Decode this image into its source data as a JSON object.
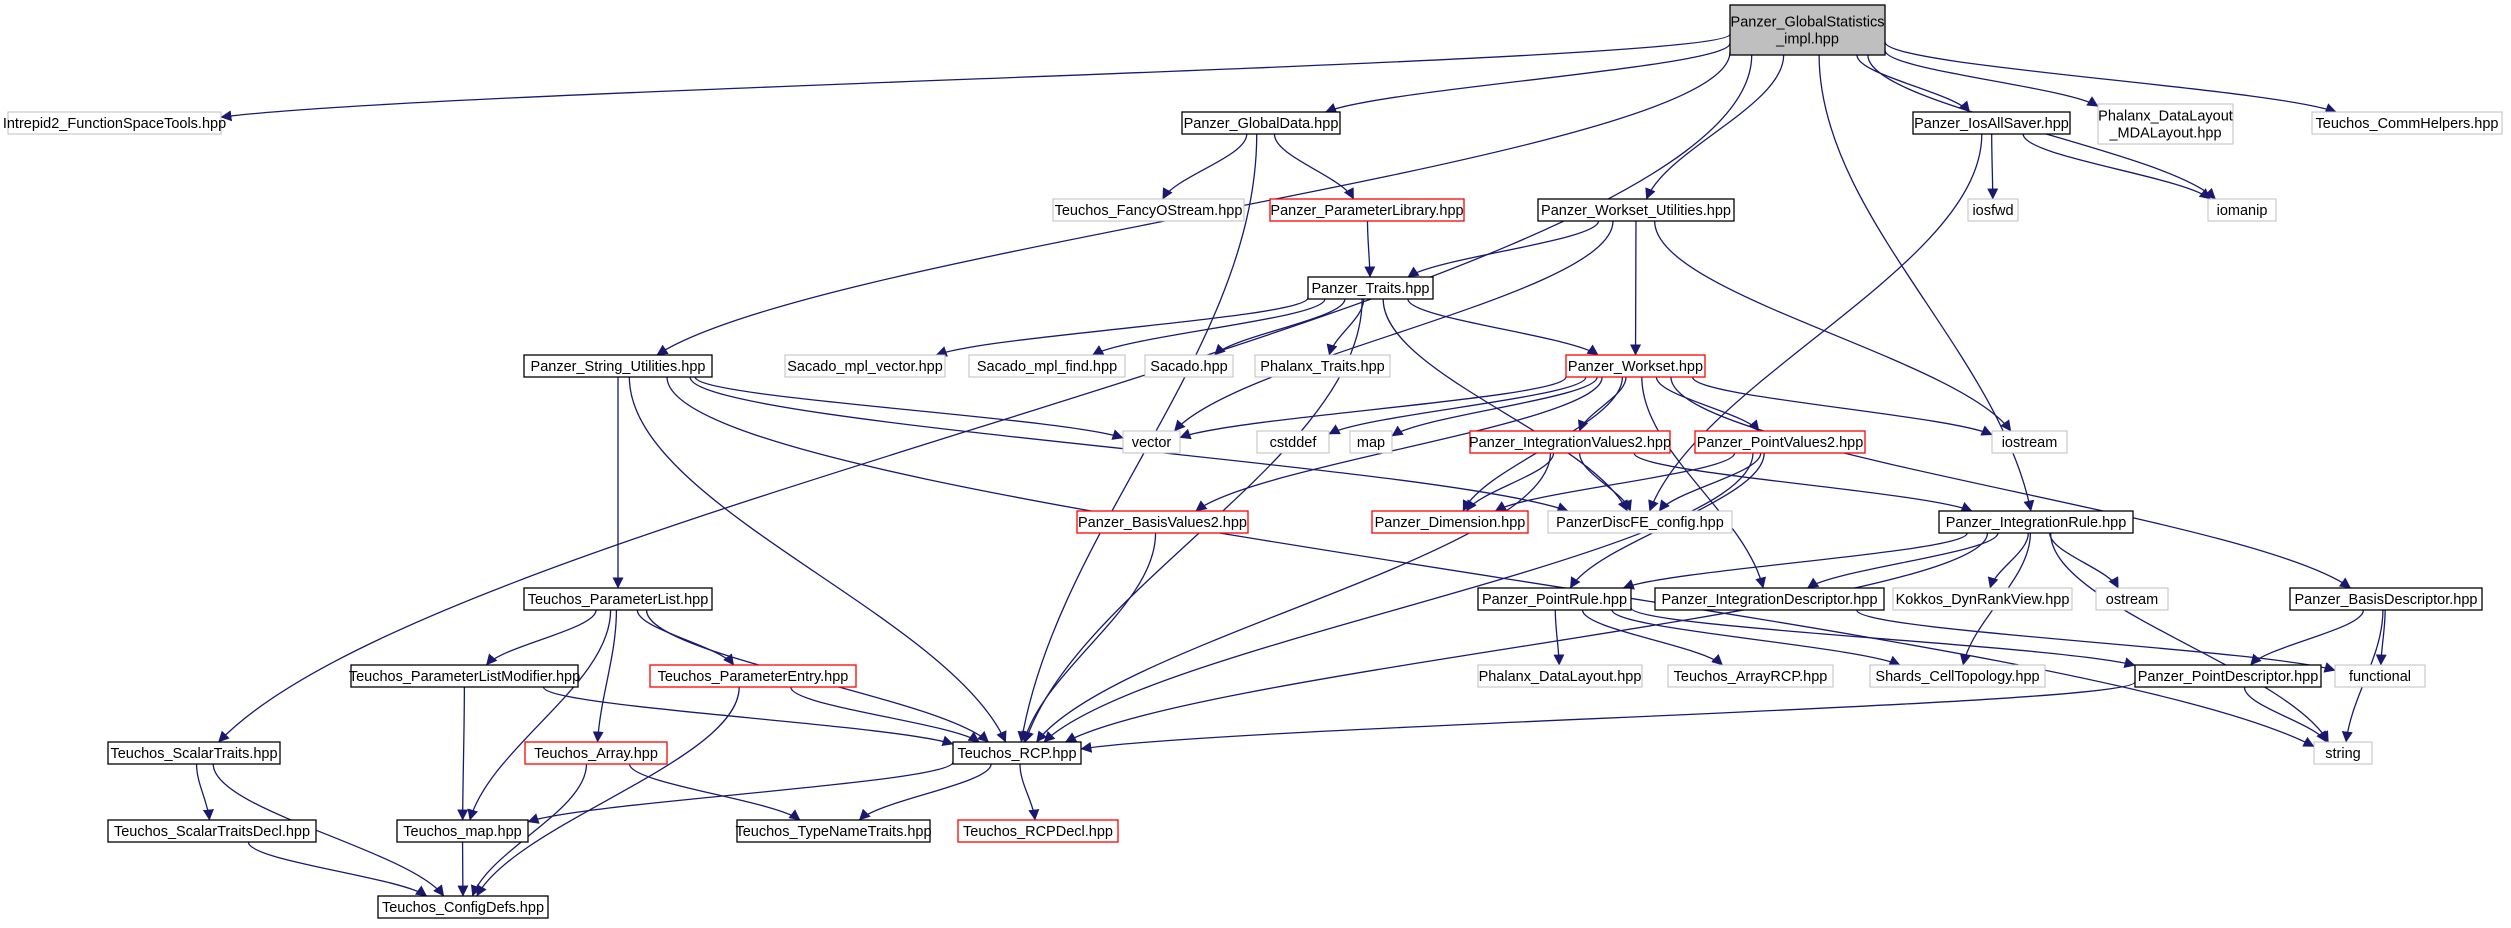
{
  "colors": {
    "edge": "#191970",
    "border_normal": "#000000",
    "border_red": "#ff0000",
    "border_gray": "#bfbfbf",
    "fill_root": "#bfbfbf",
    "fill_default": "#ffffff"
  },
  "nodes": [
    {
      "id": "root",
      "style": "root",
      "lines": [
        "Panzer_GlobalStatistics",
        "_impl.hpp"
      ]
    },
    {
      "id": "intrepid2",
      "style": "gray",
      "lines": [
        "Intrepid2_FunctionSpaceTools.hpp"
      ]
    },
    {
      "id": "globaldata",
      "style": "normal",
      "lines": [
        "Panzer_GlobalData.hpp"
      ]
    },
    {
      "id": "iosallsaver",
      "style": "normal",
      "lines": [
        "Panzer_IosAllSaver.hpp"
      ]
    },
    {
      "id": "phalanx_mda",
      "style": "gray",
      "lines": [
        "Phalanx_DataLayout",
        "_MDALayout.hpp"
      ]
    },
    {
      "id": "commhelpers",
      "style": "gray",
      "lines": [
        "Teuchos_CommHelpers.hpp"
      ]
    },
    {
      "id": "fancyostream",
      "style": "gray",
      "lines": [
        "Teuchos_FancyOStream.hpp"
      ]
    },
    {
      "id": "paramlibrary",
      "style": "red",
      "lines": [
        "Panzer_ParameterLibrary.hpp"
      ]
    },
    {
      "id": "workset_util",
      "style": "normal",
      "lines": [
        "Panzer_Workset_Utilities.hpp"
      ]
    },
    {
      "id": "iosfwd",
      "style": "gray",
      "lines": [
        "iosfwd"
      ]
    },
    {
      "id": "iomanip",
      "style": "gray",
      "lines": [
        "iomanip"
      ]
    },
    {
      "id": "traits",
      "style": "normal",
      "lines": [
        "Panzer_Traits.hpp"
      ]
    },
    {
      "id": "string_util",
      "style": "normal",
      "lines": [
        "Panzer_String_Utilities.hpp"
      ]
    },
    {
      "id": "sacado_vec",
      "style": "gray",
      "lines": [
        "Sacado_mpl_vector.hpp"
      ]
    },
    {
      "id": "sacado_find",
      "style": "gray",
      "lines": [
        "Sacado_mpl_find.hpp"
      ]
    },
    {
      "id": "sacado",
      "style": "gray",
      "lines": [
        "Sacado.hpp"
      ]
    },
    {
      "id": "phalanx_traits",
      "style": "gray",
      "lines": [
        "Phalanx_Traits.hpp"
      ]
    },
    {
      "id": "workset",
      "style": "red",
      "lines": [
        "Panzer_Workset.hpp"
      ]
    },
    {
      "id": "vector",
      "style": "gray",
      "lines": [
        "vector"
      ]
    },
    {
      "id": "cstddef",
      "style": "gray",
      "lines": [
        "cstddef"
      ]
    },
    {
      "id": "map",
      "style": "gray",
      "lines": [
        "map"
      ]
    },
    {
      "id": "intvalues2",
      "style": "red",
      "lines": [
        "Panzer_IntegrationValues2.hpp"
      ]
    },
    {
      "id": "pointvalues2",
      "style": "red",
      "lines": [
        "Panzer_PointValues2.hpp"
      ]
    },
    {
      "id": "iostream",
      "style": "gray",
      "lines": [
        "iostream"
      ]
    },
    {
      "id": "basisvalues2",
      "style": "red",
      "lines": [
        "Panzer_BasisValues2.hpp"
      ]
    },
    {
      "id": "dimension",
      "style": "red",
      "lines": [
        "Panzer_Dimension.hpp"
      ]
    },
    {
      "id": "discfe_config",
      "style": "gray",
      "lines": [
        "PanzerDiscFE_config.hpp"
      ]
    },
    {
      "id": "intrule",
      "style": "normal",
      "lines": [
        "Panzer_IntegrationRule.hpp"
      ]
    },
    {
      "id": "paramlist",
      "style": "normal",
      "lines": [
        "Teuchos_ParameterList.hpp"
      ]
    },
    {
      "id": "pointrule",
      "style": "normal",
      "lines": [
        "Panzer_PointRule.hpp"
      ]
    },
    {
      "id": "intdescriptor",
      "style": "normal",
      "lines": [
        "Panzer_IntegrationDescriptor.hpp"
      ]
    },
    {
      "id": "kokkos",
      "style": "gray",
      "lines": [
        "Kokkos_DynRankView.hpp"
      ]
    },
    {
      "id": "ostream",
      "style": "gray",
      "lines": [
        "ostream"
      ]
    },
    {
      "id": "basisdescriptor",
      "style": "normal",
      "lines": [
        "Panzer_BasisDescriptor.hpp"
      ]
    },
    {
      "id": "paramlistmod",
      "style": "normal",
      "lines": [
        "Teuchos_ParameterListModifier.hpp"
      ]
    },
    {
      "id": "paramentry",
      "style": "red",
      "lines": [
        "Teuchos_ParameterEntry.hpp"
      ]
    },
    {
      "id": "phalanx_dl",
      "style": "gray",
      "lines": [
        "Phalanx_DataLayout.hpp"
      ]
    },
    {
      "id": "arrayrcp",
      "style": "gray",
      "lines": [
        "Teuchos_ArrayRCP.hpp"
      ]
    },
    {
      "id": "shards",
      "style": "gray",
      "lines": [
        "Shards_CellTopology.hpp"
      ]
    },
    {
      "id": "pointdescriptor",
      "style": "normal",
      "lines": [
        "Panzer_PointDescriptor.hpp"
      ]
    },
    {
      "id": "functional",
      "style": "gray",
      "lines": [
        "functional"
      ]
    },
    {
      "id": "scalartraits",
      "style": "normal",
      "lines": [
        "Teuchos_ScalarTraits.hpp"
      ]
    },
    {
      "id": "array",
      "style": "red",
      "lines": [
        "Teuchos_Array.hpp"
      ]
    },
    {
      "id": "rcp",
      "style": "normal",
      "lines": [
        "Teuchos_RCP.hpp"
      ]
    },
    {
      "id": "string",
      "style": "gray",
      "lines": [
        "string"
      ]
    },
    {
      "id": "scalartraitsdecl",
      "style": "normal",
      "lines": [
        "Teuchos_ScalarTraitsDecl.hpp"
      ]
    },
    {
      "id": "teuchos_map",
      "style": "normal",
      "lines": [
        "Teuchos_map.hpp"
      ]
    },
    {
      "id": "typenametraits",
      "style": "normal",
      "lines": [
        "Teuchos_TypeNameTraits.hpp"
      ]
    },
    {
      "id": "rcpdecl",
      "style": "red",
      "lines": [
        "Teuchos_RCPDecl.hpp"
      ]
    },
    {
      "id": "configdefs",
      "style": "normal",
      "lines": [
        "Teuchos_ConfigDefs.hpp"
      ]
    }
  ],
  "edges": [
    [
      "root",
      "intrepid2"
    ],
    [
      "root",
      "globaldata"
    ],
    [
      "root",
      "iosallsaver"
    ],
    [
      "root",
      "phalanx_mda"
    ],
    [
      "root",
      "commhelpers"
    ],
    [
      "root",
      "workset_util"
    ],
    [
      "root",
      "iomanip"
    ],
    [
      "root",
      "string_util"
    ],
    [
      "root",
      "scalartraits"
    ],
    [
      "root",
      "intrule"
    ],
    [
      "globaldata",
      "fancyostream"
    ],
    [
      "globaldata",
      "paramlibrary"
    ],
    [
      "globaldata",
      "rcp"
    ],
    [
      "paramlibrary",
      "traits"
    ],
    [
      "iosallsaver",
      "iosfwd"
    ],
    [
      "iosallsaver",
      "iomanip"
    ],
    [
      "iosallsaver",
      "discfe_config"
    ],
    [
      "workset_util",
      "traits"
    ],
    [
      "workset_util",
      "workset"
    ],
    [
      "workset_util",
      "vector"
    ],
    [
      "workset_util",
      "iostream"
    ],
    [
      "traits",
      "sacado_vec"
    ],
    [
      "traits",
      "sacado_find"
    ],
    [
      "traits",
      "sacado"
    ],
    [
      "traits",
      "phalanx_traits"
    ],
    [
      "traits",
      "workset"
    ],
    [
      "traits",
      "rcp"
    ],
    [
      "traits",
      "discfe_config"
    ],
    [
      "string_util",
      "paramlist"
    ],
    [
      "string_util",
      "rcp"
    ],
    [
      "string_util",
      "vector"
    ],
    [
      "string_util",
      "string"
    ],
    [
      "string_util",
      "discfe_config"
    ],
    [
      "workset",
      "vector"
    ],
    [
      "workset",
      "cstddef"
    ],
    [
      "workset",
      "map"
    ],
    [
      "workset",
      "intvalues2"
    ],
    [
      "workset",
      "pointvalues2"
    ],
    [
      "workset",
      "iostream"
    ],
    [
      "workset",
      "basisvalues2"
    ],
    [
      "workset",
      "dimension"
    ],
    [
      "workset",
      "intdescriptor"
    ],
    [
      "workset",
      "basisdescriptor"
    ],
    [
      "intvalues2",
      "dimension"
    ],
    [
      "intvalues2",
      "discfe_config"
    ],
    [
      "intvalues2",
      "intrule"
    ],
    [
      "intvalues2",
      "rcp"
    ],
    [
      "pointvalues2",
      "dimension"
    ],
    [
      "pointvalues2",
      "discfe_config"
    ],
    [
      "pointvalues2",
      "pointrule"
    ],
    [
      "pointvalues2",
      "rcp"
    ],
    [
      "basisvalues2",
      "rcp"
    ],
    [
      "intrule",
      "pointrule"
    ],
    [
      "intrule",
      "intdescriptor"
    ],
    [
      "intrule",
      "kokkos"
    ],
    [
      "intrule",
      "ostream"
    ],
    [
      "intrule",
      "shards"
    ],
    [
      "intrule",
      "rcp"
    ],
    [
      "intrule",
      "string"
    ],
    [
      "pointrule",
      "phalanx_dl"
    ],
    [
      "pointrule",
      "arrayrcp"
    ],
    [
      "pointrule",
      "shards"
    ],
    [
      "pointrule",
      "pointdescriptor"
    ],
    [
      "intdescriptor",
      "functional"
    ],
    [
      "basisdescriptor",
      "pointdescriptor"
    ],
    [
      "basisdescriptor",
      "functional"
    ],
    [
      "basisdescriptor",
      "string"
    ],
    [
      "pointdescriptor",
      "rcp"
    ],
    [
      "pointdescriptor",
      "string"
    ],
    [
      "paramlist",
      "paramlistmod"
    ],
    [
      "paramlist",
      "paramentry"
    ],
    [
      "paramlist",
      "array"
    ],
    [
      "paramlist",
      "rcp"
    ],
    [
      "paramlist",
      "teuchos_map"
    ],
    [
      "paramlistmod",
      "rcp"
    ],
    [
      "paramlistmod",
      "teuchos_map"
    ],
    [
      "paramentry",
      "rcp"
    ],
    [
      "paramentry",
      "configdefs"
    ],
    [
      "array",
      "typenametraits"
    ],
    [
      "array",
      "configdefs"
    ],
    [
      "rcp",
      "typenametraits"
    ],
    [
      "rcp",
      "rcpdecl"
    ],
    [
      "rcp",
      "teuchos_map"
    ],
    [
      "scalartraits",
      "scalartraitsdecl"
    ],
    [
      "scalartraits",
      "configdefs"
    ],
    [
      "scalartraitsdecl",
      "configdefs"
    ],
    [
      "teuchos_map",
      "configdefs"
    ]
  ]
}
